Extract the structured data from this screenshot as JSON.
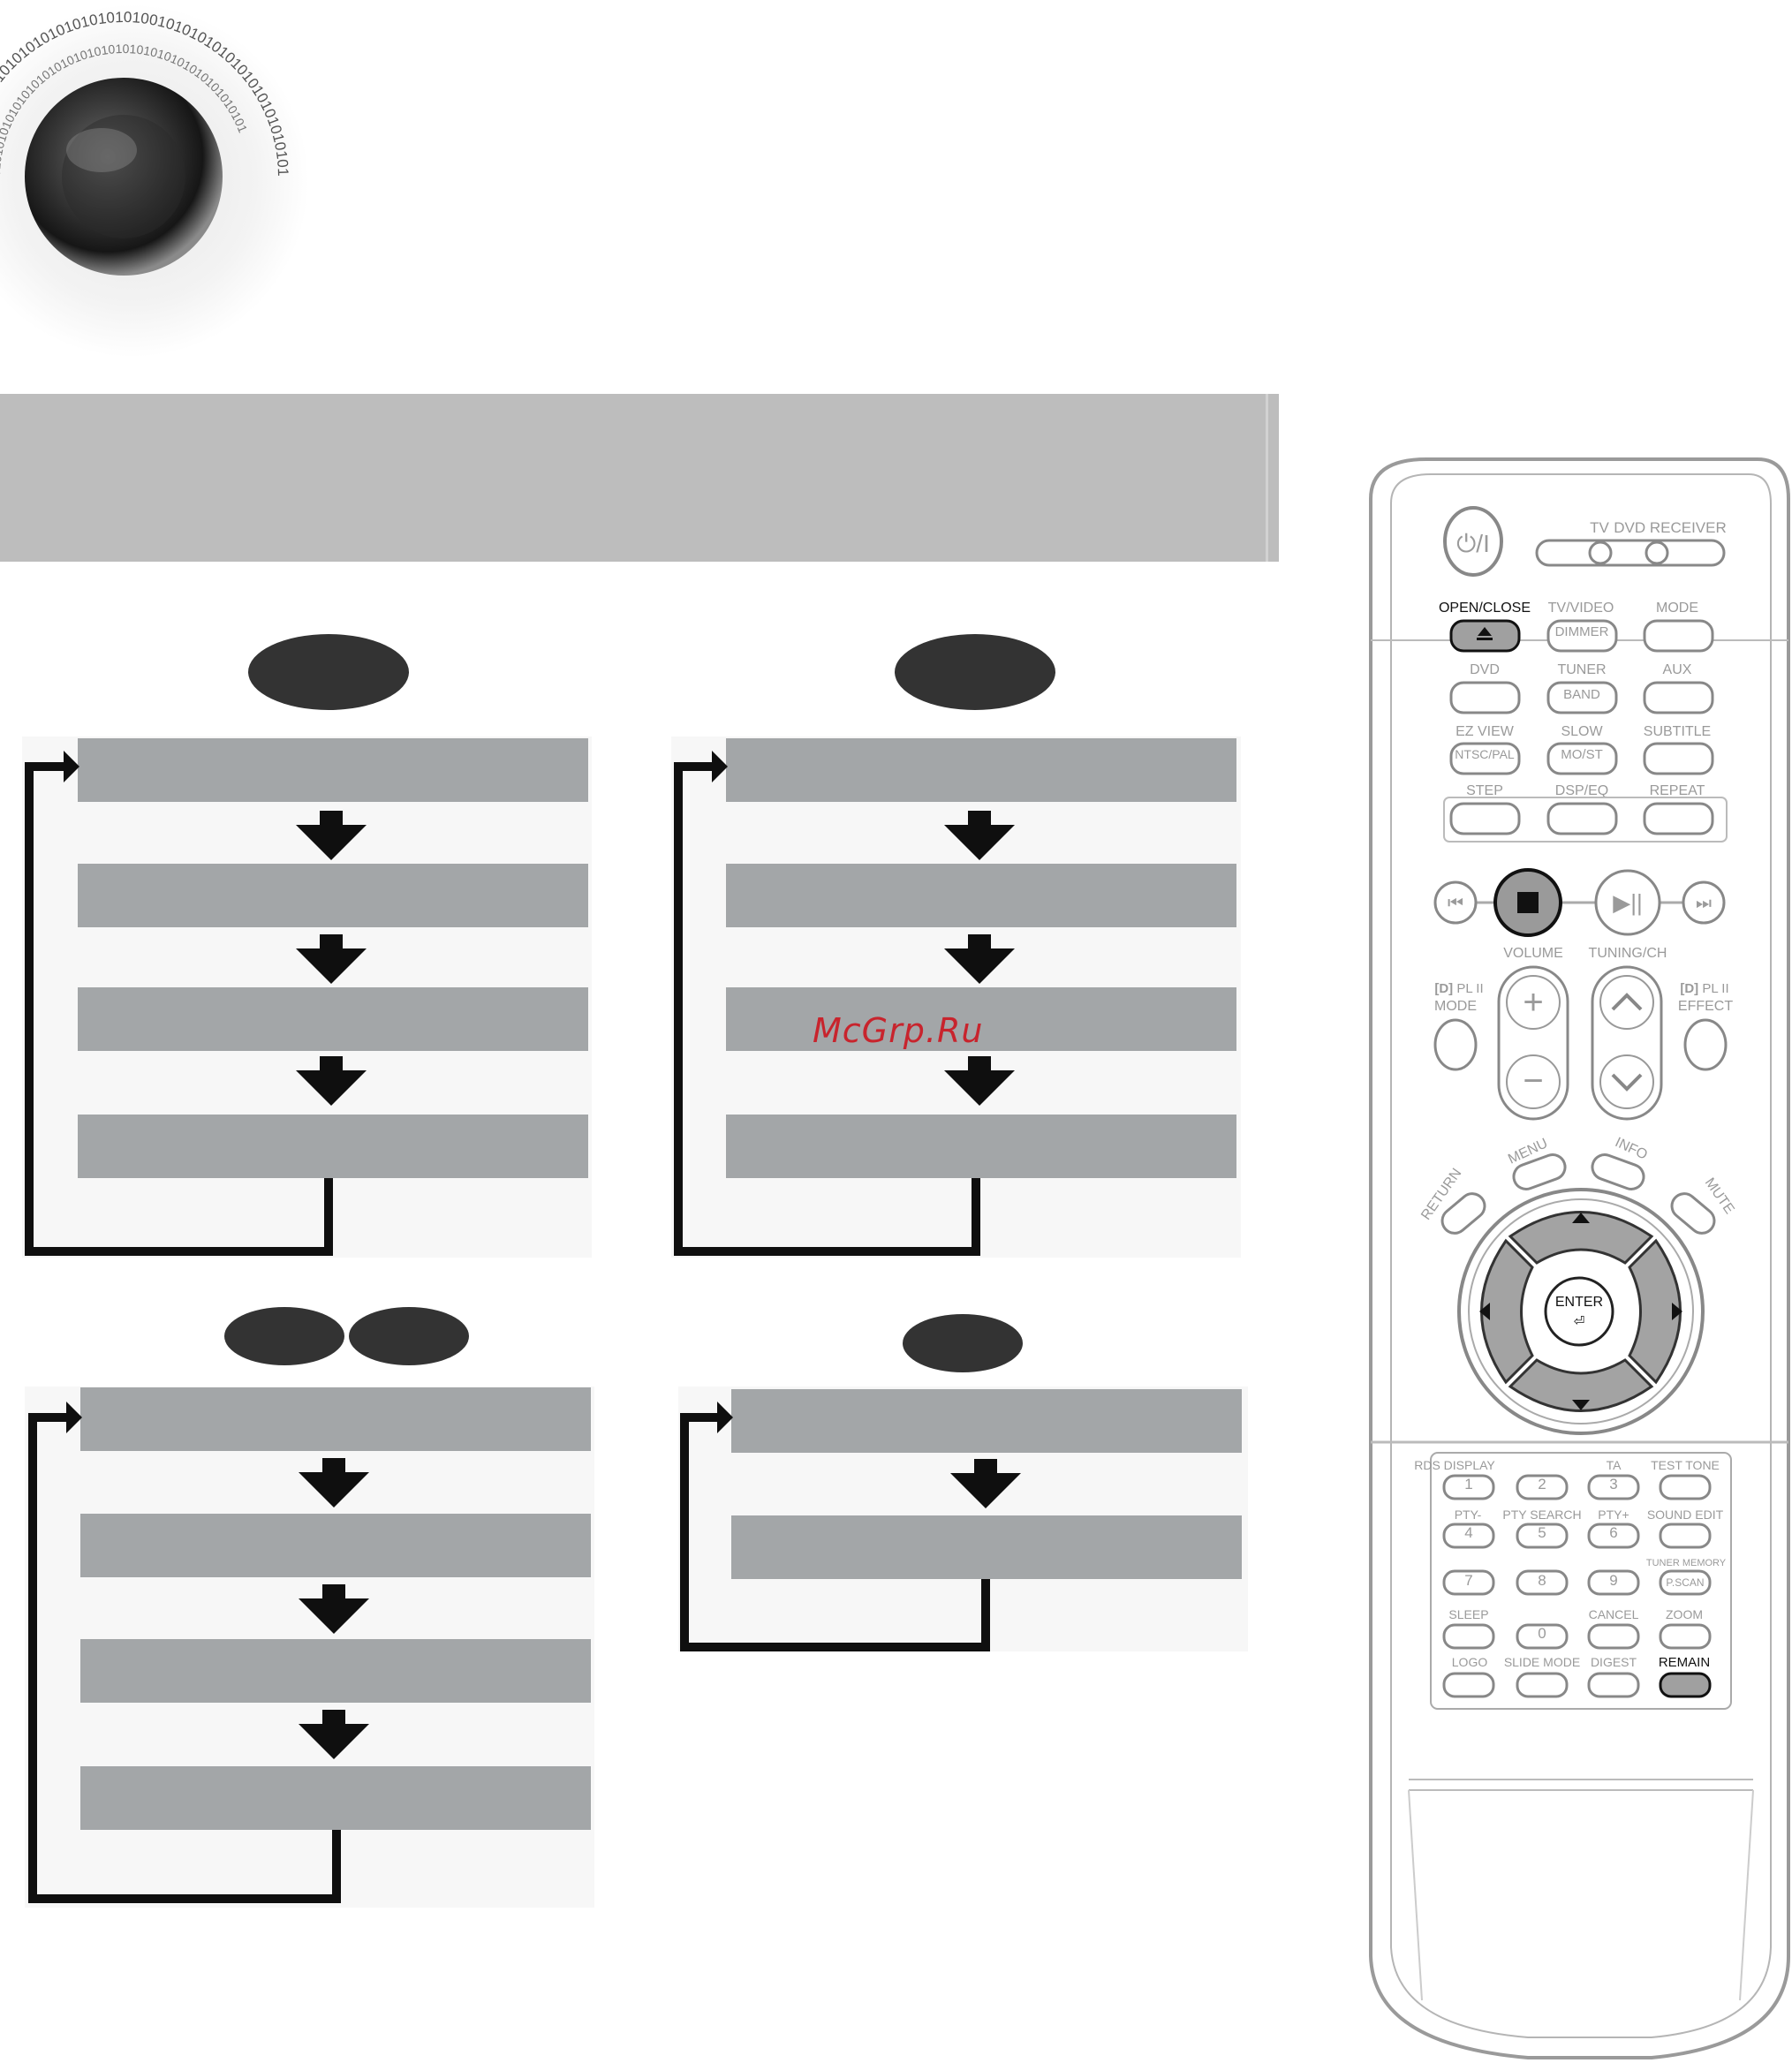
{
  "watermark": "McGrp.Ru",
  "speaker": {
    "binary_ring_outer": "0101010010101010101010101010101001010101010101010101010101",
    "binary_ring_inner": "01010101010101010101010101010101010101010101010101"
  },
  "flowcharts": [
    {
      "mode_badges": 1,
      "steps": 4
    },
    {
      "mode_badges": 1,
      "steps": 4
    },
    {
      "mode_badges": 2,
      "steps": 4
    },
    {
      "mode_badges": 1,
      "steps": 2
    }
  ],
  "remote": {
    "power": "⏻/I",
    "tv": "TV",
    "dvd_receiver": "DVD RECEIVER",
    "open_close": "OPEN/CLOSE",
    "tv_video": "TV/VIDEO",
    "dimmer": "DIMMER",
    "mode": "MODE",
    "dvd": "DVD",
    "tuner": "TUNER",
    "band": "BAND",
    "aux": "AUX",
    "ez_view": "EZ VIEW",
    "ntsc_pal": "NTSC/PAL",
    "slow": "SLOW",
    "mo_st": "MO/ST",
    "subtitle": "SUBTITLE",
    "step": "STEP",
    "dsp_eq": "DSP/EQ",
    "repeat": "REPEAT",
    "volume": "VOLUME",
    "tuning_ch": "TUNING/CH",
    "pl2_mode": "PL II",
    "mode2": "MODE",
    "pl2_effect": "PL II",
    "effect": "EFFECT",
    "menu": "MENU",
    "info": "INFO",
    "return": "RETURN",
    "mute": "MUTE",
    "enter": "ENTER",
    "rds_display": "RDS DISPLAY",
    "ta": "TA",
    "test_tone": "TEST TONE",
    "pty_minus": "PTY-",
    "pty_search": "PTY SEARCH",
    "pty_plus": "PTY+",
    "sound_edit": "SOUND EDIT",
    "tuner_memory": "TUNER MEMORY",
    "p_scan": "P.SCAN",
    "sleep": "SLEEP",
    "cancel": "CANCEL",
    "zoom": "ZOOM",
    "logo": "LOGO",
    "slide_mode": "SLIDE MODE",
    "digest": "DIGEST",
    "remain": "REMAIN",
    "digits": [
      "1",
      "2",
      "3",
      "4",
      "5",
      "6",
      "7",
      "8",
      "9",
      "0"
    ]
  }
}
